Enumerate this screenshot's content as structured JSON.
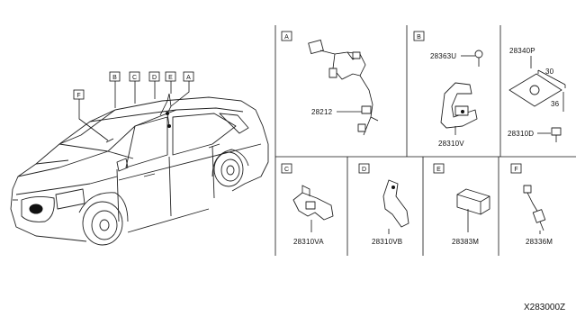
{
  "car_callouts": [
    "B",
    "C",
    "D",
    "E",
    "A",
    "F"
  ],
  "panels": {
    "A": {
      "letter": "A",
      "part": "28212"
    },
    "B": {
      "letter": "B",
      "parts": [
        "28363U",
        "28310V"
      ]
    },
    "P": {
      "part": "28340P",
      "dim_w": "30",
      "dim_h": "36",
      "fastener": "28310D"
    },
    "C": {
      "letter": "C",
      "part": "28310VA"
    },
    "D": {
      "letter": "D",
      "part": "28310VB"
    },
    "E": {
      "letter": "E",
      "part": "28383M"
    },
    "F": {
      "letter": "F",
      "part": "28336M"
    }
  },
  "diagram_code": "X283000Z"
}
